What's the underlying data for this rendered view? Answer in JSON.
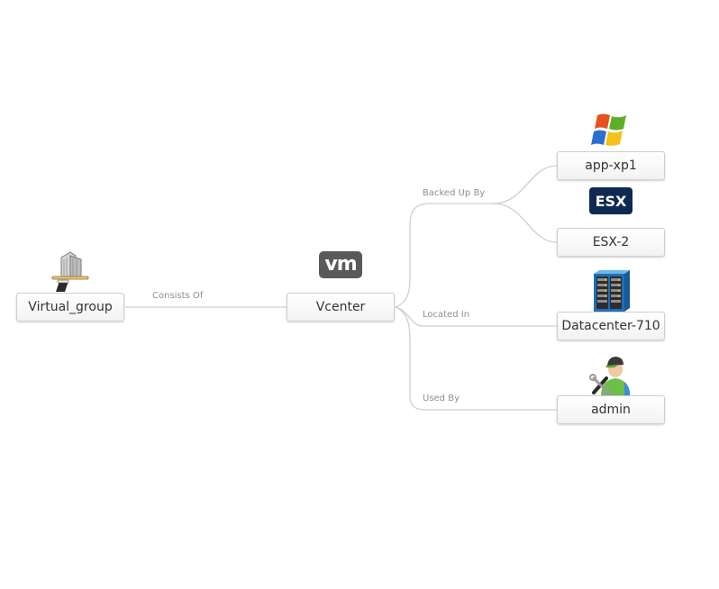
{
  "diagram": {
    "nodes": [
      {
        "id": "virtual_group",
        "label": "Virtual_group",
        "icon": "building-tray-icon"
      },
      {
        "id": "vcenter",
        "label": "Vcenter",
        "icon": "vmware-icon",
        "icon_text": "vm"
      },
      {
        "id": "app_xp1",
        "label": "app-xp1",
        "icon": "windows-logo-icon"
      },
      {
        "id": "esx_2",
        "label": "ESX-2",
        "icon": "esx-icon",
        "icon_text": "ESX"
      },
      {
        "id": "datacenter_710",
        "label": "Datacenter-710",
        "icon": "server-rack-icon"
      },
      {
        "id": "admin",
        "label": "admin",
        "icon": "admin-user-icon"
      }
    ],
    "edges": [
      {
        "from": "virtual_group",
        "to": "vcenter",
        "label": "Consists Of"
      },
      {
        "from": "vcenter",
        "to": "app_xp1",
        "label": "Backed Up By"
      },
      {
        "from": "vcenter",
        "to": "esx_2",
        "label": "Backed Up By"
      },
      {
        "from": "vcenter",
        "to": "datacenter_710",
        "label": "Located In"
      },
      {
        "from": "vcenter",
        "to": "admin",
        "label": "Used By"
      }
    ],
    "edge_labels": {
      "consists_of": "Consists Of",
      "backed_up_by": "Backed Up By",
      "located_in": "Located In",
      "used_by": "Used By"
    },
    "colors": {
      "link": "#cfcfcf",
      "node_border": "#cfcfcf",
      "node_text": "#333333",
      "edge_label": "#8e8e8e",
      "vm_badge": "#5a5a5a",
      "esx_badge": "#0f2a52"
    }
  }
}
